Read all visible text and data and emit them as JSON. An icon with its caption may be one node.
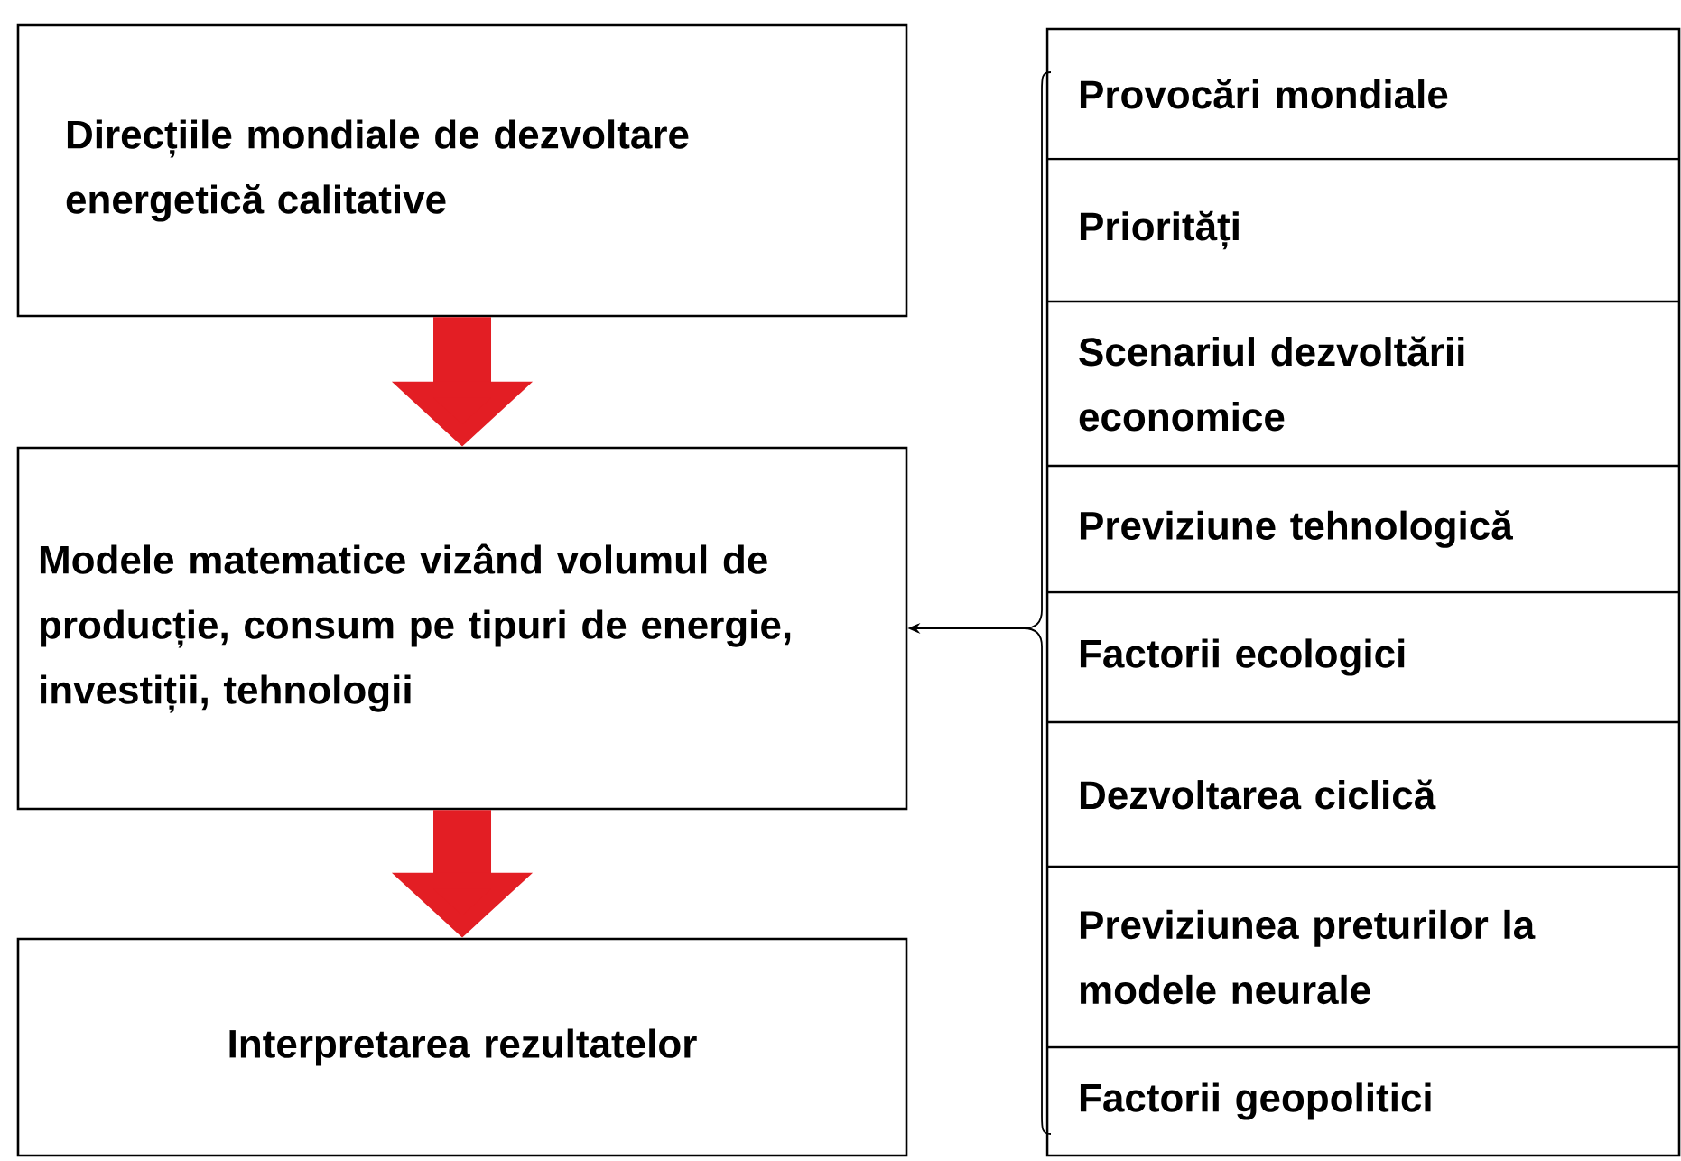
{
  "diagram": {
    "nodes": [
      {
        "text": [
          "Direcțiile mondiale de dezvoltare energetică calitative"
        ]
      },
      {
        "text": [
          "Modele matematice vizând volumul de producție, consum pe tipuri de energie, investiții, tehnologii"
        ]
      },
      {
        "text": [
          "Interpretarea rezultatelor"
        ]
      },
      {
        "text": [],
        "shape": "box"
      },
      {
        "text": [
          "Provocări mondiale"
        ],
        "in": 3
      },
      {
        "text": [
          "Priorități"
        ],
        "in": 3
      },
      {
        "text": [
          "Scenariul dezvoltării economice"
        ],
        "in": 3
      },
      {
        "text": [
          "Previziune tehnologică"
        ],
        "in": 3
      },
      {
        "text": [
          "Factorii ecologici"
        ],
        "in": 3
      },
      {
        "text": [
          "Dezvoltarea ciclică"
        ],
        "in": 3
      },
      {
        "text": [
          "Previziunea preturilor la modele neurale"
        ],
        "in": 3
      },
      {
        "text": [
          "Factorii geopolitici"
        ],
        "in": 3
      }
    ],
    "edges": [
      {
        "from": 0,
        "to": 1,
        "arrow": "to",
        "color": "#e31e24"
      },
      {
        "from": 1,
        "to": 2,
        "arrow": "to",
        "color": "#e31e24"
      },
      {
        "from": 3,
        "to": 1,
        "arrow": "to",
        "color": "#000000"
      }
    ]
  }
}
